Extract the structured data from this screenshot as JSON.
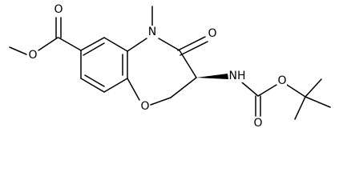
{
  "structure": {
    "atoms": {
      "o_ester_carbonyl": "O",
      "o_ester_ether": "O",
      "n_ring": "N",
      "o_ketone": "O",
      "n_amine": "NH",
      "o_ring": "O",
      "o_carbamate_ether": "O",
      "o_carbamate_carbonyl": "O"
    }
  }
}
